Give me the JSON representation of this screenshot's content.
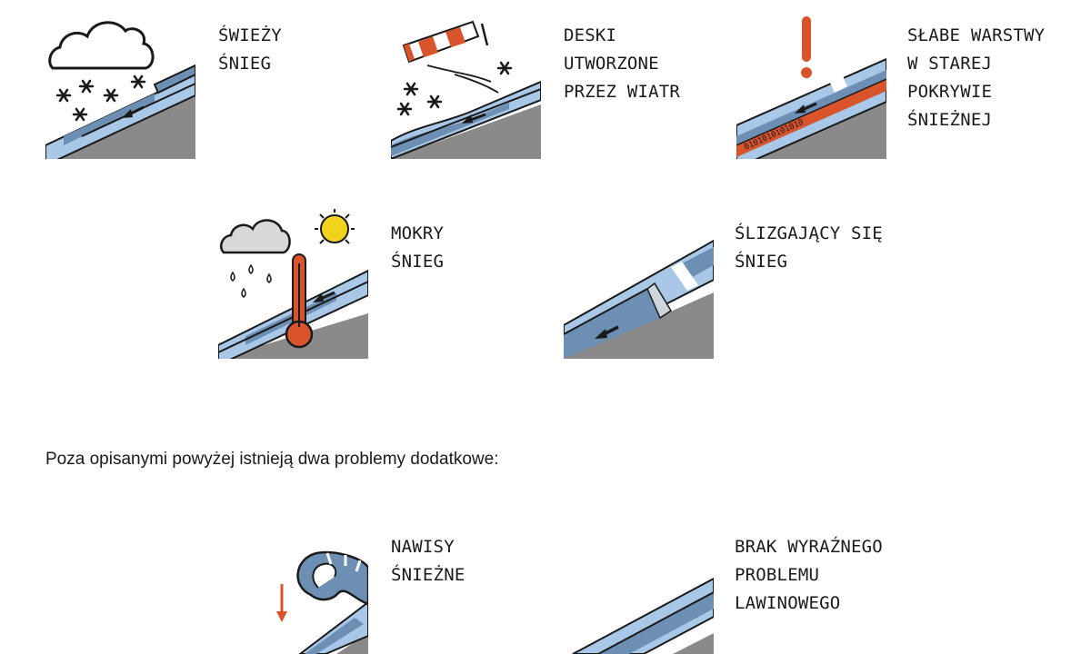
{
  "problems": [
    {
      "id": "fresh-snow",
      "lines": [
        "ŚWIEŻY",
        "ŚNIEG"
      ]
    },
    {
      "id": "wind-slab",
      "lines": [
        "DESKI",
        "UTWORZONE",
        "PRZEZ WIATR"
      ]
    },
    {
      "id": "weak-layers",
      "lines": [
        "SŁABE WARSTWY",
        "W STAREJ",
        "POKRYWIE",
        "ŚNIEŻNEJ"
      ]
    },
    {
      "id": "wet-snow",
      "lines": [
        "MOKRY",
        "ŚNIEG"
      ]
    },
    {
      "id": "gliding-snow",
      "lines": [
        "ŚLIZGAJĄCY SIĘ",
        "ŚNIEG"
      ]
    }
  ],
  "intro": "Poza opisanymi powyżej istnieją dwa problemy dodatkowe:",
  "additional": [
    {
      "id": "cornices",
      "lines": [
        "NAWISY",
        "ŚNIEŻNE"
      ]
    },
    {
      "id": "no-problem",
      "lines": [
        "BRAK WYRAŹNEGO",
        "PROBLEMU",
        "LAWINOWEGO"
      ]
    }
  ],
  "colors": {
    "snow_blue": "#a9c8e8",
    "slab_blue": "#6d8fb4",
    "ground_grey": "#8a8a8a",
    "accent_red": "#d9532b",
    "sun_yellow": "#f2d21b",
    "outline": "#1a1a1a"
  },
  "icons": {
    "fresh-snow": "snow-cloud-icon",
    "wind-slab": "windsock-icon",
    "weak-layers": "exclamation-icon",
    "wet-snow": "thermometer-sun-icon",
    "gliding-snow": "glide-crack-icon",
    "cornices": "cornice-icon",
    "no-problem": "plain-slope-icon"
  }
}
